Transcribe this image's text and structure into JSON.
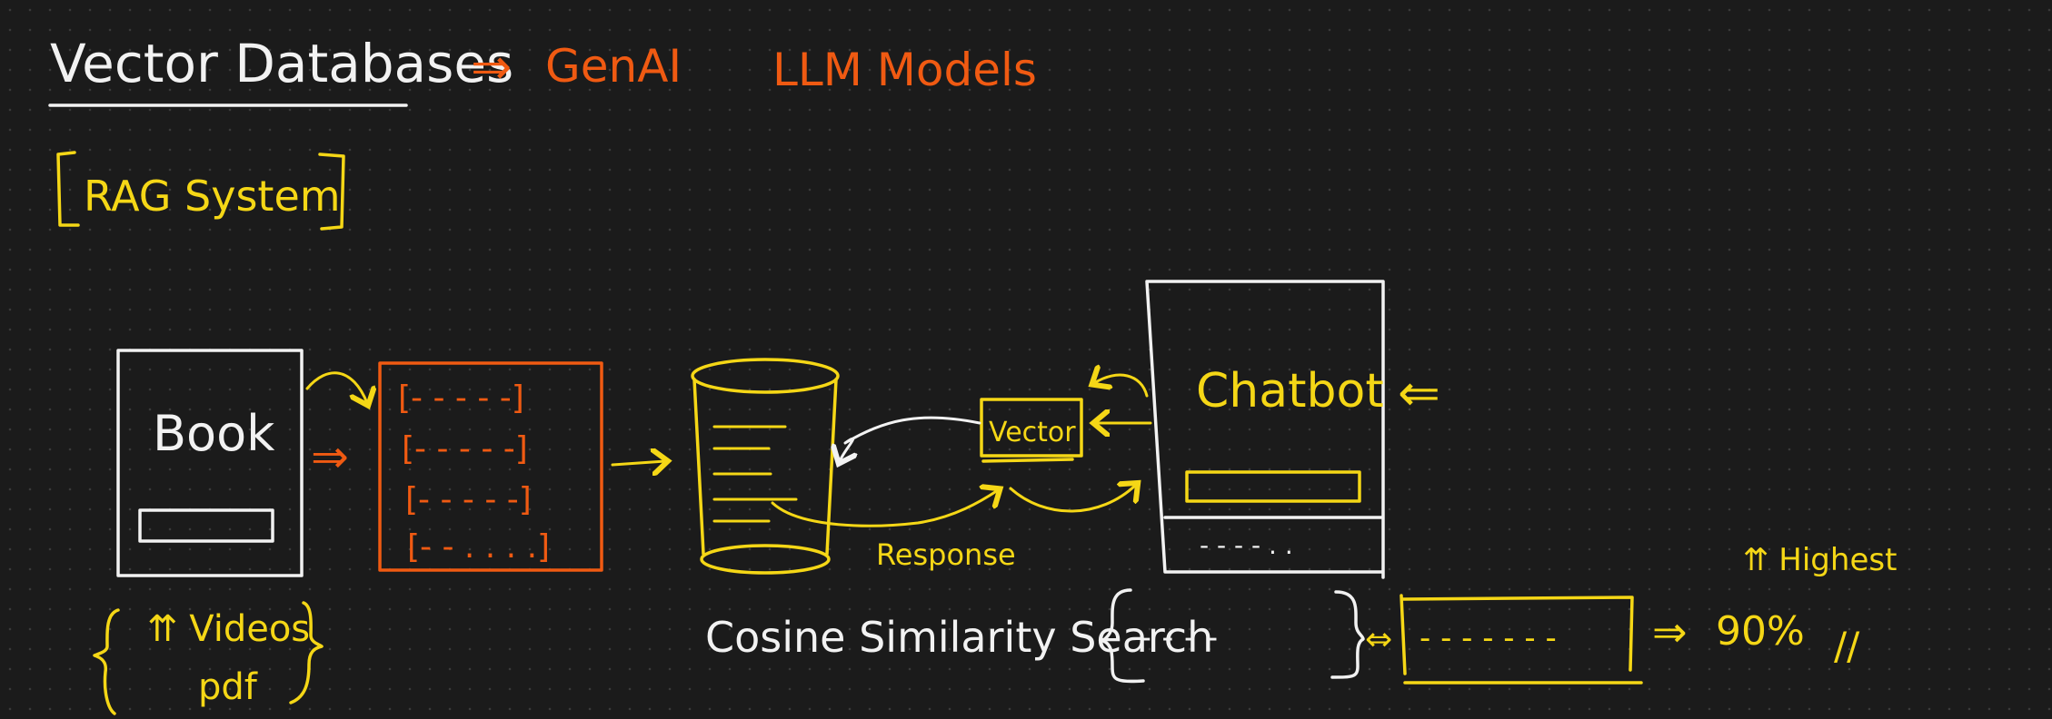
{
  "heading": {
    "title": "Vector Databases",
    "implies": "⇒",
    "genai": "GenAI",
    "llm_models": "LLM Models"
  },
  "rag_label": "RAG System",
  "book": {
    "label": "Book",
    "arrow": "⇒",
    "sources": [
      "⇈ Videos",
      "pdf"
    ]
  },
  "chunk_rows": [
    "[- - - - -]",
    "[- - - - -]",
    "[- - - - -]",
    "[- - . . . .]"
  ],
  "response_label": "Response",
  "vector_label": "Vector",
  "chatbot": {
    "label": "Chatbot",
    "input_arrow": "⇐",
    "footer_dots": "- - - - . ."
  },
  "search": {
    "label": "Cosine Similarity Search",
    "bracket_content": "- - - -",
    "double_arrow": "⇔",
    "result_content": "- - - - - - -",
    "result_arrow": "⇒",
    "score": "90%",
    "score_mark": "//",
    "highest": "⇈ Highest"
  },
  "colors": {
    "background": "#1b1b1b",
    "white_ink": "#f2f2f2",
    "orange_ink": "#f05a12",
    "yellow_ink": "#f5d716"
  }
}
